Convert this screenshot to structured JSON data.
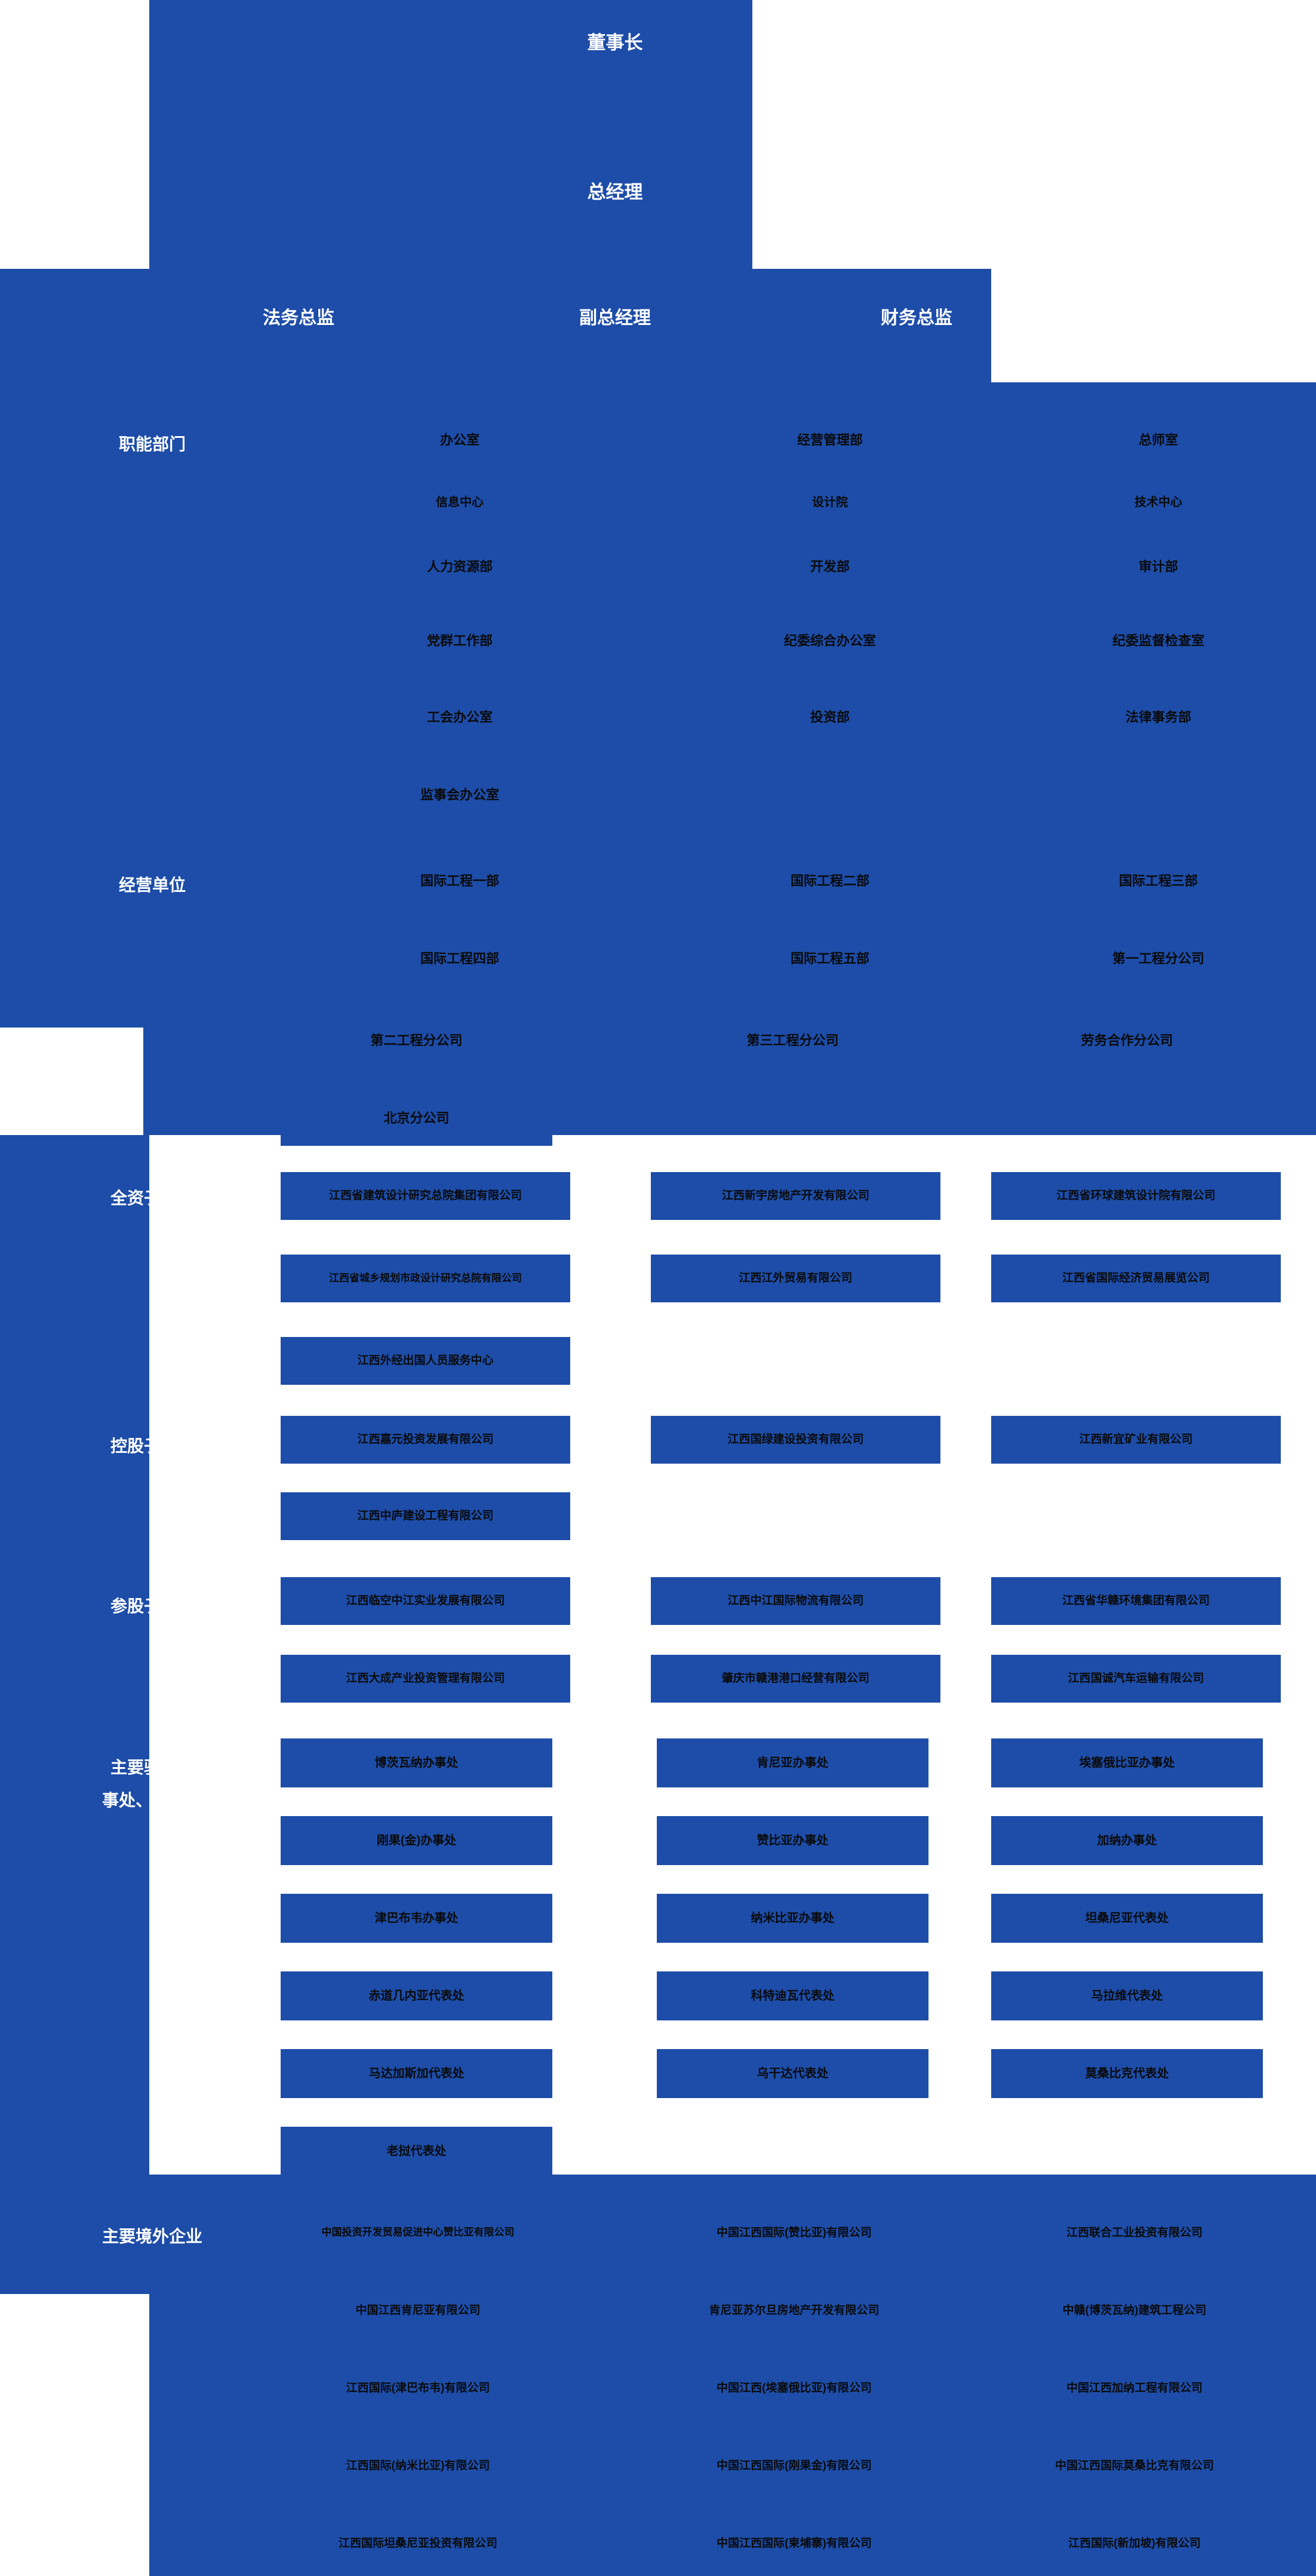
{
  "colors": {
    "brand_blue": "#1d4da8",
    "node_text": "#0a0a0a",
    "label_text": "#ffffff",
    "page_background": "#ffffff"
  },
  "executives": {
    "chairman": "董事长",
    "general_manager": "总经理",
    "legal_director": "法务总监",
    "deputy_general_manager": "副总经理",
    "finance_director": "财务总监"
  },
  "sections": [
    {
      "id": "functional-departments",
      "label": "职能部门",
      "columns": [
        [
          "办公室",
          "信息中心",
          "人力资源部",
          "党群工作部",
          "工会办公室",
          "监事会办公室"
        ],
        [
          "经营管理部",
          "设计院",
          "开发部",
          "纪委综合办公室",
          "投资部"
        ],
        [
          "总师室",
          "技术中心",
          "审计部",
          "纪委监督检查室",
          "法律事务部"
        ]
      ]
    },
    {
      "id": "business-units",
      "label": "经营单位",
      "columns": [
        [
          "国际工程一部",
          "国际工程四部",
          "第二工程分公司",
          "北京分公司"
        ],
        [
          "国际工程二部",
          "国际工程五部",
          "第三工程分公司"
        ],
        [
          "国际工程三部",
          "第一工程分公司",
          "劳务合作分公司"
        ]
      ]
    },
    {
      "id": "wholly-owned-subsidiaries",
      "label": "全资子公司",
      "columns": [
        [
          "江西省建筑设计研究总院集团有限公司",
          "江西省城乡规划市政设计研究总院有限公司",
          "江西外经出国人员服务中心"
        ],
        [
          "江西新宇房地产开发有限公司",
          "江西江外贸易有限公司"
        ],
        [
          "江西省环球建筑设计院有限公司",
          "江西省国际经济贸易展览公司"
        ]
      ]
    },
    {
      "id": "holding-subsidiaries",
      "label": "控股子公司",
      "columns": [
        [
          "江西嘉元投资发展有限公司",
          "江西中庐建设工程有限公司"
        ],
        [
          "江西国绿建设投资有限公司"
        ],
        [
          "江西新宜矿业有限公司"
        ]
      ]
    },
    {
      "id": "equity-subsidiaries",
      "label": "参股子公司",
      "columns": [
        [
          "江西临空中江实业发展有限公司",
          "江西大成产业投资管理有限公司"
        ],
        [
          "江西中江国际物流有限公司",
          "肇庆市赣港港口经营有限公司"
        ],
        [
          "江西省华赣环境集团有限公司",
          "江西国诚汽车运输有限公司"
        ]
      ]
    },
    {
      "id": "overseas-offices",
      "label": "主要驻外办事处、代表处",
      "label_line1": "主要驻外办",
      "label_line2": "事处、代表处",
      "columns": [
        [
          "博茨瓦纳办事处",
          "刚果(金)办事处",
          "津巴布韦办事处",
          "赤道几内亚代表处",
          "马达加斯加代表处",
          "老挝代表处"
        ],
        [
          "肯尼亚办事处",
          "赞比亚办事处",
          "纳米比亚办事处",
          "科特迪瓦代表处",
          "乌干达代表处"
        ],
        [
          "埃塞俄比亚办事处",
          "加纳办事处",
          "坦桑尼亚代表处",
          "马拉维代表处",
          "莫桑比克代表处"
        ]
      ]
    },
    {
      "id": "overseas-enterprises",
      "label": "主要境外企业",
      "columns": [
        [
          "中国投资开发贸易促进中心赞比亚有限公司",
          "中国江西肯尼亚有限公司",
          "江西国际(津巴布韦)有限公司",
          "江西国际(纳米比亚)有限公司",
          "江西国际坦桑尼亚投资有限公司"
        ],
        [
          "中国江西国际(赞比亚)有限公司",
          "肯尼亚苏尔旦房地产开发有限公司",
          "中国江西(埃塞俄比亚)有限公司",
          "中国江西国际(刚果金)有限公司",
          "中国江西国际(柬埔寨)有限公司"
        ],
        [
          "江西联合工业投资有限公司",
          "中赣(博茨瓦纳)建筑工程公司",
          "中国江西加纳工程有限公司",
          "中国江西国际莫桑比克有限公司",
          "江西国际(新加坡)有限公司"
        ]
      ]
    }
  ]
}
